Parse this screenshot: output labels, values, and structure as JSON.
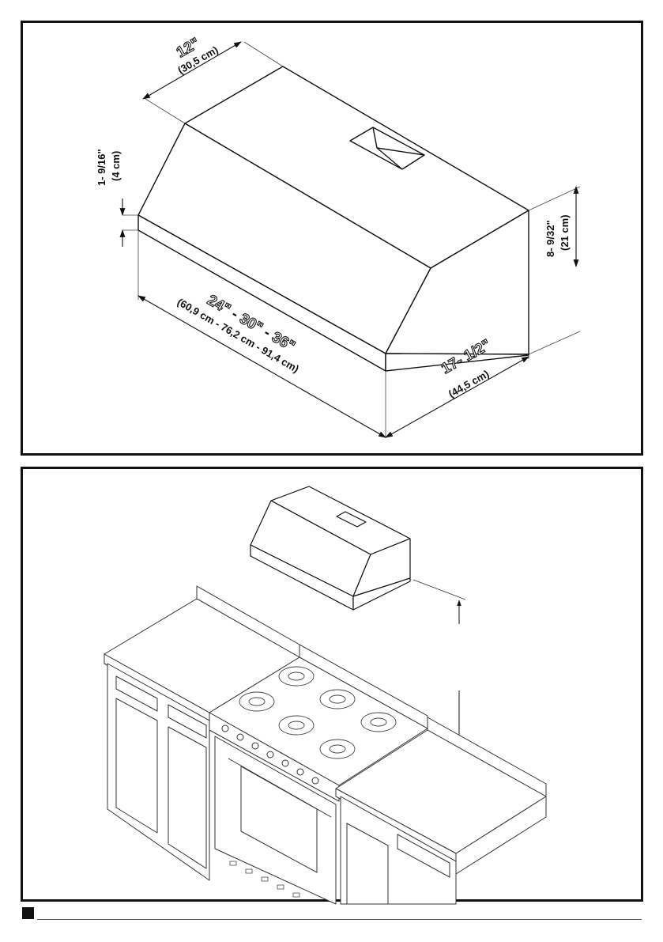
{
  "top_diagram": {
    "depth_in": "12\"",
    "depth_cm": "(30,5 cm)",
    "lip_in": "1- 9/16\"",
    "lip_cm": "(4 cm)",
    "height_in": "8- 9/32\"",
    "height_cm": "(21 cm)",
    "width_in_a": "24\"",
    "width_sep_a": " - ",
    "width_in_b": "30\"",
    "width_sep_b": " - ",
    "width_in_c": "36\"",
    "width_cm": "(60,9 cm - 76,2 cm - 91,4 cm)",
    "side_in": "17- 1/2\"",
    "side_cm": "(44,5 cm)"
  },
  "bottom_diagram": {},
  "colors": {
    "line": "#111111",
    "fill": "#ffffff",
    "light_line": "#666666"
  }
}
